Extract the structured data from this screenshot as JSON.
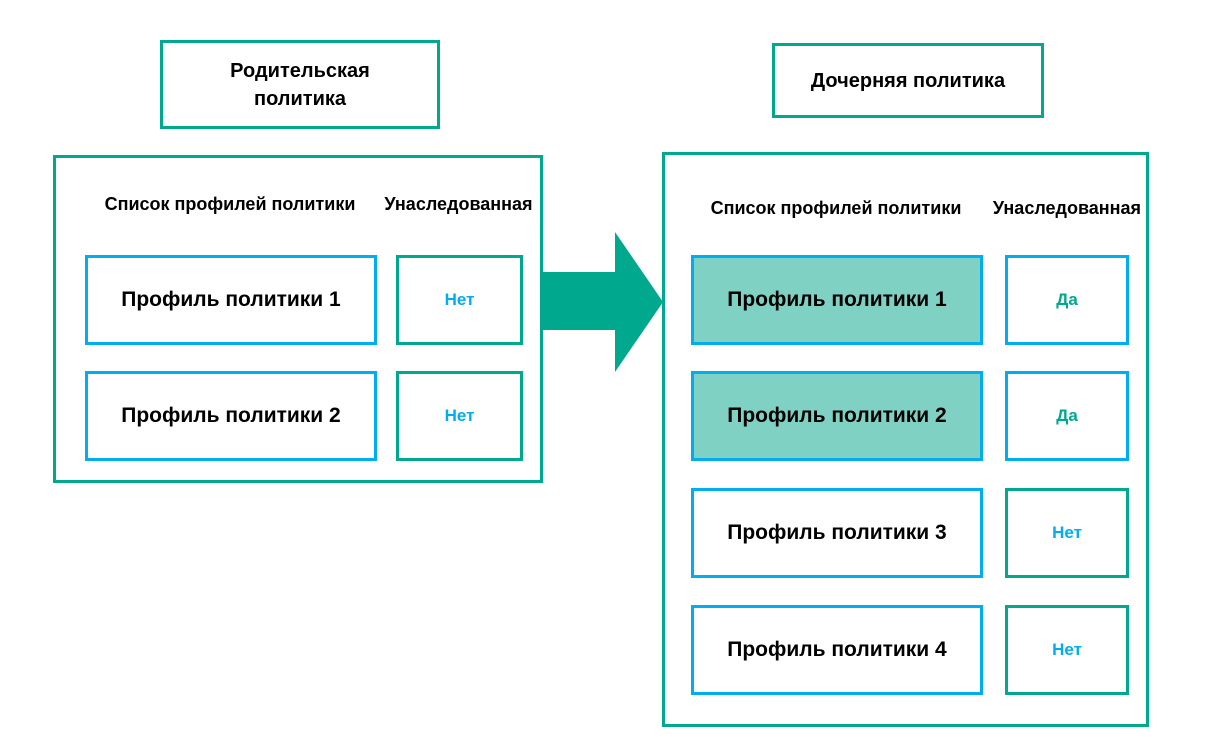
{
  "diagram": {
    "colors": {
      "teal": "#00a88e",
      "blue": "#00aeef",
      "highlight_fill": "#7fd1c3",
      "text": "#000000"
    },
    "parent_policy": {
      "title": "Родительская политика",
      "headers": {
        "profiles": "Список профилей политики",
        "inherited": "Унаследованная"
      },
      "rows": [
        {
          "profile": "Профиль политики 1",
          "inherited": "Нет",
          "highlighted": false
        },
        {
          "profile": "Профиль политики 2",
          "inherited": "Нет",
          "highlighted": false
        }
      ]
    },
    "child_policy": {
      "title": "Дочерняя политика",
      "headers": {
        "profiles": "Список профилей политики",
        "inherited": "Унаследованная"
      },
      "rows": [
        {
          "profile": "Профиль политики 1",
          "inherited": "Да",
          "highlighted": true
        },
        {
          "profile": "Профиль политики 2",
          "inherited": "Да",
          "highlighted": true
        },
        {
          "profile": "Профиль политики 3",
          "inherited": "Нет",
          "highlighted": false
        },
        {
          "profile": "Профиль политики 4",
          "inherited": "Нет",
          "highlighted": false
        }
      ]
    }
  }
}
